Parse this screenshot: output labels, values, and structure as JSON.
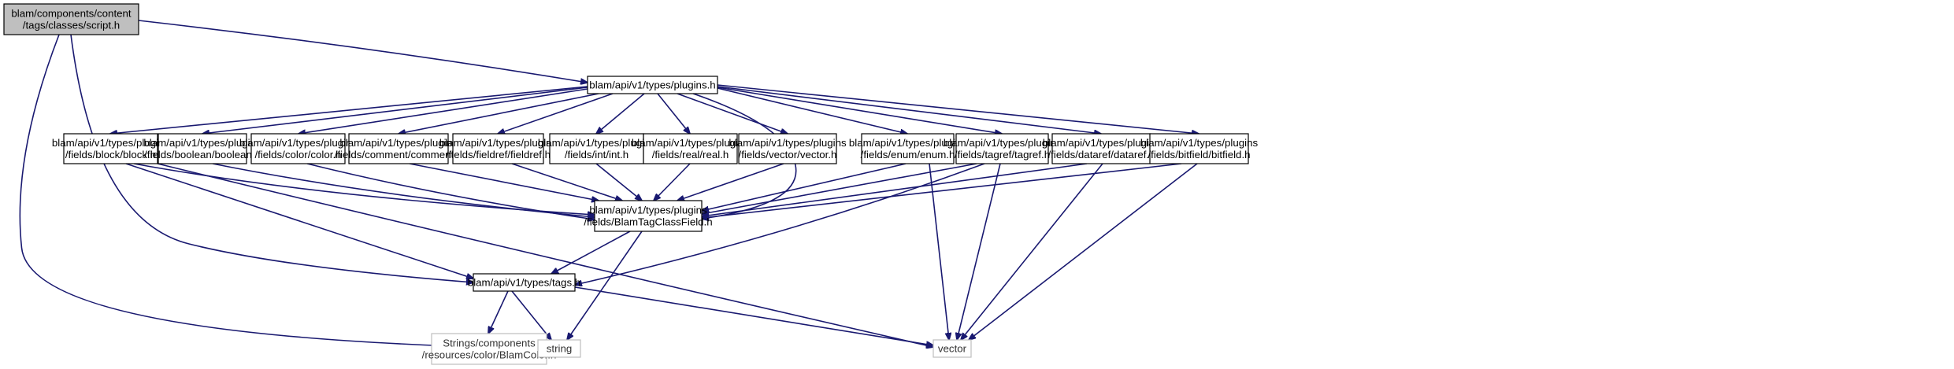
{
  "colors": {
    "edge": "#191970",
    "box_border": "#000000",
    "box_fill": "#ffffff",
    "root_fill": "#bfbfbf",
    "external_border": "#bfbfbf",
    "external_text": "#333333"
  },
  "nodes": [
    {
      "id": "script",
      "kind": "root",
      "lines": [
        "blam/components/content",
        "/tags/classes/script.h"
      ]
    },
    {
      "id": "plugins",
      "kind": "file",
      "lines": [
        "blam/api/v1/types/plugins.h"
      ]
    },
    {
      "id": "block",
      "kind": "file",
      "lines": [
        "blam/api/v1/types/plugins",
        "/fields/block/block.h"
      ]
    },
    {
      "id": "boolean",
      "kind": "file",
      "lines": [
        "blam/api/v1/types/plugins",
        "/fields/boolean/boolean.h"
      ]
    },
    {
      "id": "color",
      "kind": "file",
      "lines": [
        "blam/api/v1/types/plugins",
        "/fields/color/color.h"
      ]
    },
    {
      "id": "comment",
      "kind": "file",
      "lines": [
        "blam/api/v1/types/plugins",
        "/fields/comment/comment.h"
      ]
    },
    {
      "id": "fieldref",
      "kind": "file",
      "lines": [
        "blam/api/v1/types/plugins",
        "/fields/fieldref/fieldref.h"
      ]
    },
    {
      "id": "int",
      "kind": "file",
      "lines": [
        "blam/api/v1/types/plugins",
        "/fields/int/int.h"
      ]
    },
    {
      "id": "real",
      "kind": "file",
      "lines": [
        "blam/api/v1/types/plugins",
        "/fields/real/real.h"
      ]
    },
    {
      "id": "vectorh",
      "kind": "file",
      "lines": [
        "blam/api/v1/types/plugins",
        "/fields/vector/vector.h"
      ]
    },
    {
      "id": "enum",
      "kind": "file",
      "lines": [
        "blam/api/v1/types/plugins",
        "/fields/enum/enum.h"
      ]
    },
    {
      "id": "tagref",
      "kind": "file",
      "lines": [
        "blam/api/v1/types/plugins",
        "/fields/tagref/tagref.h"
      ]
    },
    {
      "id": "dataref",
      "kind": "file",
      "lines": [
        "blam/api/v1/types/plugins",
        "/fields/dataref/dataref.h"
      ]
    },
    {
      "id": "bitfield",
      "kind": "file",
      "lines": [
        "blam/api/v1/types/plugins",
        "/fields/bitfield/bitfield.h"
      ]
    },
    {
      "id": "btcf",
      "kind": "file",
      "lines": [
        "blam/api/v1/types/plugins",
        "/fields/BlamTagClassField.h"
      ]
    },
    {
      "id": "tags",
      "kind": "file",
      "lines": [
        "blam/api/v1/types/tags.h"
      ]
    },
    {
      "id": "blamcolor",
      "kind": "external",
      "lines": [
        "Strings/components",
        "/resources/color/BlamColor.h"
      ]
    },
    {
      "id": "string",
      "kind": "external",
      "lines": [
        "string"
      ]
    },
    {
      "id": "vector",
      "kind": "external",
      "lines": [
        "vector"
      ]
    }
  ],
  "edges": [
    [
      "script",
      "plugins"
    ],
    [
      "script",
      "tags"
    ],
    [
      "script",
      "string"
    ],
    [
      "plugins",
      "block"
    ],
    [
      "plugins",
      "boolean"
    ],
    [
      "plugins",
      "color"
    ],
    [
      "plugins",
      "comment"
    ],
    [
      "plugins",
      "fieldref"
    ],
    [
      "plugins",
      "int"
    ],
    [
      "plugins",
      "real"
    ],
    [
      "plugins",
      "vectorh"
    ],
    [
      "plugins",
      "btcf"
    ],
    [
      "plugins",
      "enum"
    ],
    [
      "plugins",
      "tagref"
    ],
    [
      "plugins",
      "dataref"
    ],
    [
      "plugins",
      "bitfield"
    ],
    [
      "block",
      "btcf"
    ],
    [
      "block",
      "tags"
    ],
    [
      "block",
      "vector"
    ],
    [
      "boolean",
      "btcf"
    ],
    [
      "color",
      "btcf"
    ],
    [
      "comment",
      "btcf"
    ],
    [
      "fieldref",
      "btcf"
    ],
    [
      "int",
      "btcf"
    ],
    [
      "real",
      "btcf"
    ],
    [
      "vectorh",
      "btcf"
    ],
    [
      "enum",
      "btcf"
    ],
    [
      "enum",
      "vector"
    ],
    [
      "tagref",
      "btcf"
    ],
    [
      "tagref",
      "tags"
    ],
    [
      "tagref",
      "vector"
    ],
    [
      "dataref",
      "btcf"
    ],
    [
      "dataref",
      "vector"
    ],
    [
      "bitfield",
      "btcf"
    ],
    [
      "bitfield",
      "vector"
    ],
    [
      "btcf",
      "tags"
    ],
    [
      "btcf",
      "string"
    ],
    [
      "tags",
      "blamcolor"
    ],
    [
      "tags",
      "string"
    ],
    [
      "tags",
      "vector"
    ]
  ]
}
